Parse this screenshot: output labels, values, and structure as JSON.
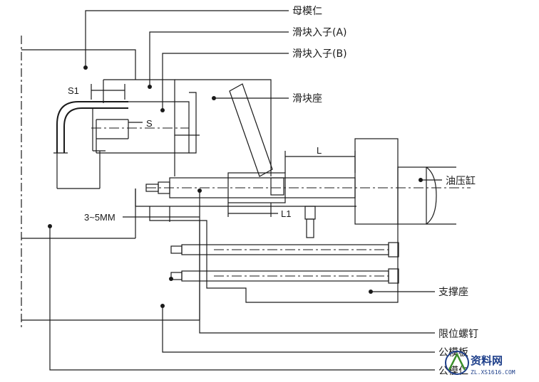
{
  "labels": {
    "cavity_insert": "母模仁",
    "slider_insert_a": "滑块入子(A)",
    "slider_insert_b": "滑块入子(B)",
    "slider_seat": "滑块座",
    "oil_cylinder": "油压缸",
    "support_seat": "支撑座",
    "limit_screw": "限位螺钉",
    "core_plate": "公模板",
    "core_insert": "公模仁"
  },
  "dimensions": {
    "s1": "S1",
    "s": "S",
    "l": "L",
    "l1": "L1",
    "gap": "3~5MM"
  },
  "watermark": {
    "name": "资料网",
    "url": "ZL.XS1616.COM",
    "color": "#1e3f8a"
  }
}
